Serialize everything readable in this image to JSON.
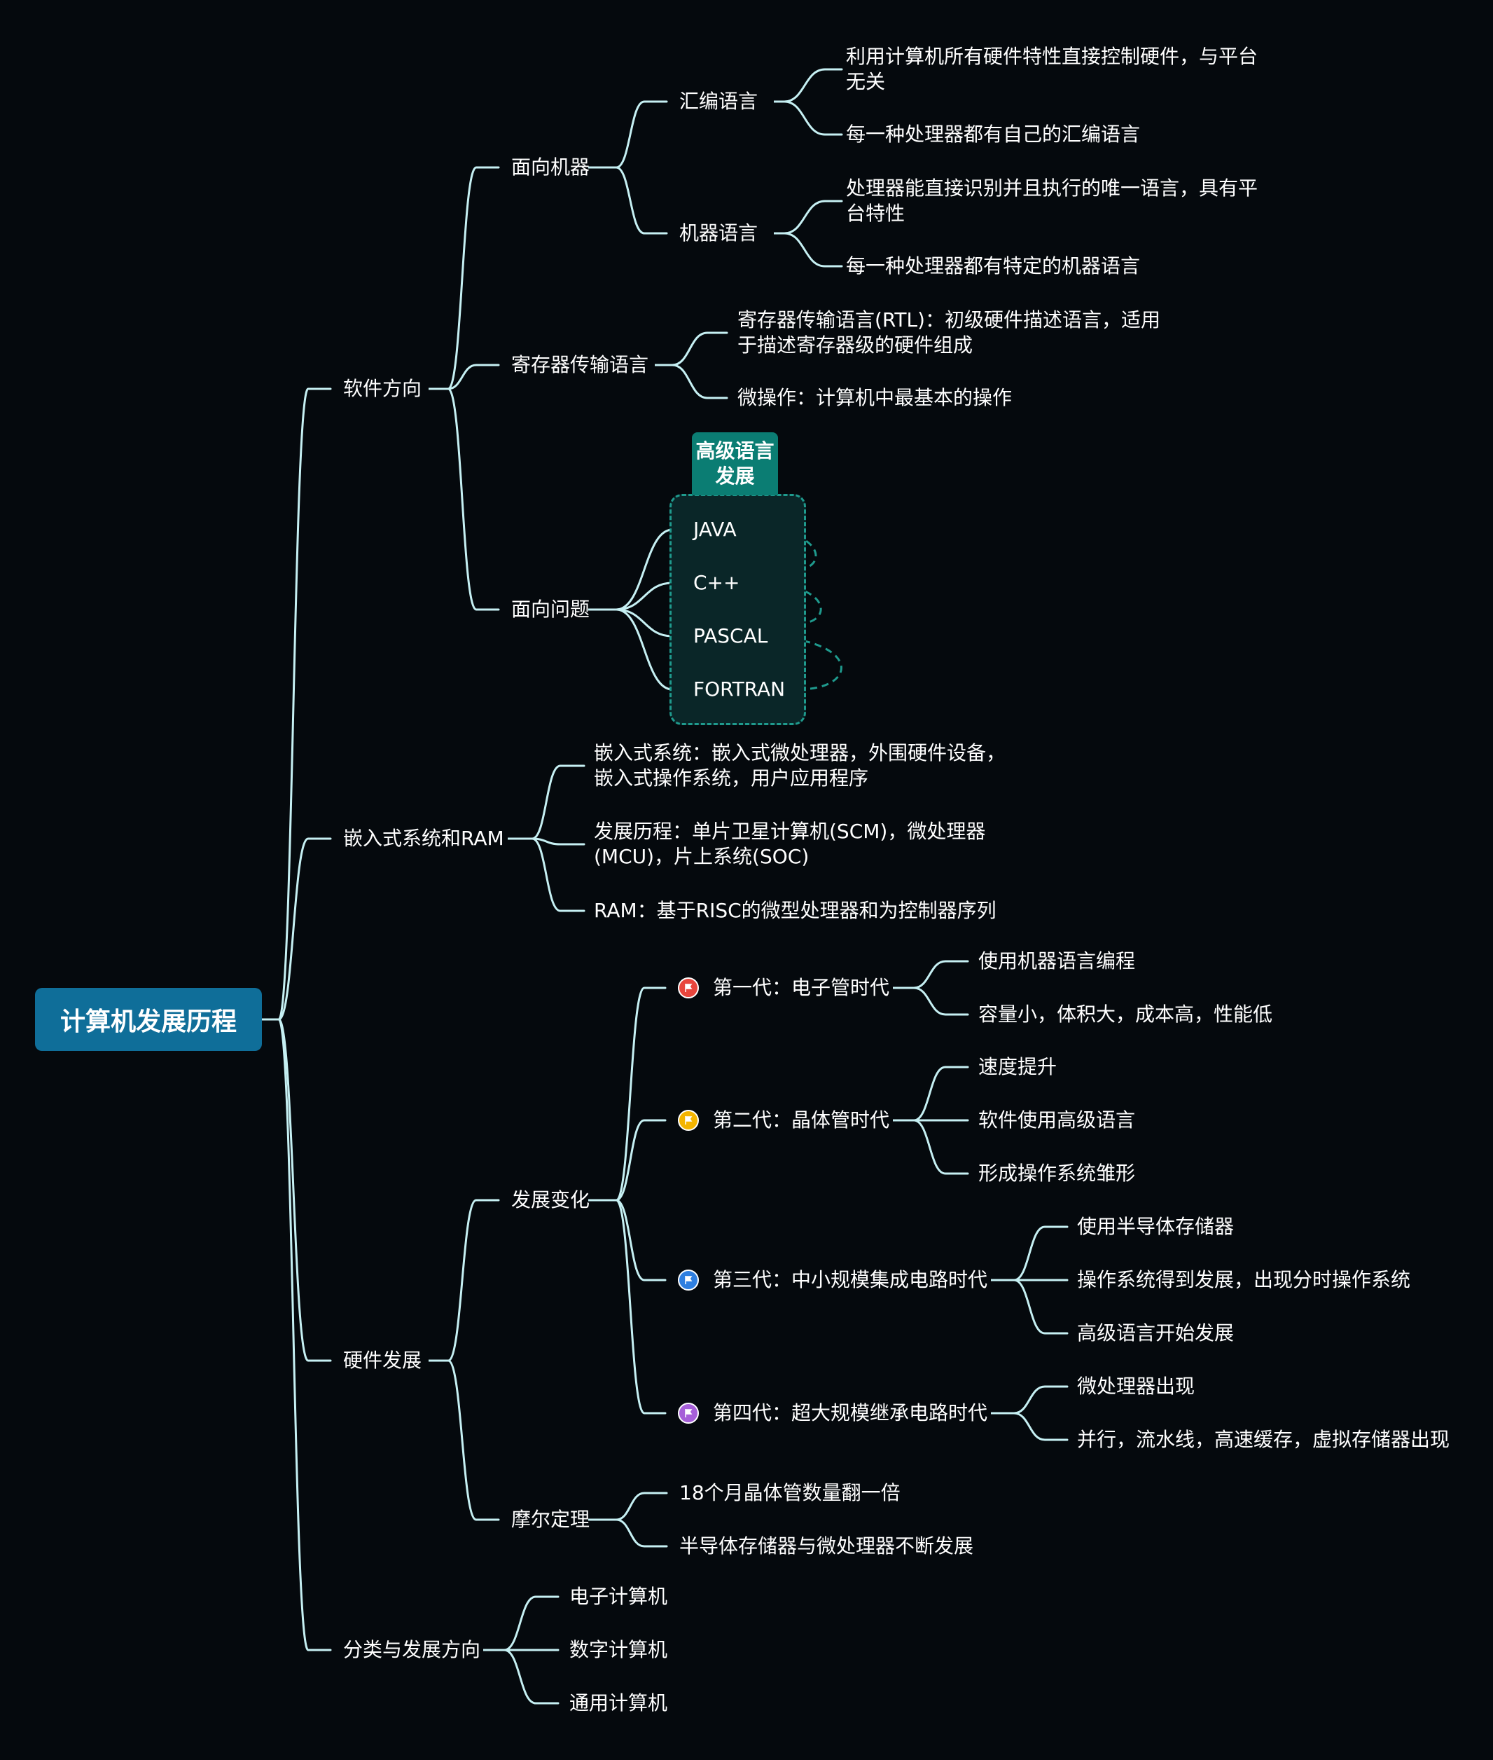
{
  "root": "计算机发展历程",
  "software": {
    "label": "软件方向",
    "machine": {
      "label": "面向机器",
      "assembly": {
        "label": "汇编语言",
        "items": [
          "利用计算机所有硬件特性直接控制硬件，与平台无关",
          "每一种处理器都有自己的汇编语言"
        ]
      },
      "machine_lang": {
        "label": "机器语言",
        "items": [
          "处理器能直接识别并且执行的唯一语言，具有平台特性",
          "每一种处理器都有特定的机器语言"
        ]
      }
    },
    "rtl": {
      "label": "寄存器传输语言",
      "items": [
        "寄存器传输语言(RTL)：初级硬件描述语言，适用于描述寄存器级的硬件组成",
        "微操作：计算机中最基本的操作"
      ]
    },
    "problem": {
      "label": "面向问题",
      "boundary_title": "高级语言发展",
      "items": [
        "JAVA",
        "C++",
        "PASCAL",
        "FORTRAN"
      ]
    }
  },
  "embedded": {
    "label": "嵌入式系统和RAM",
    "items": [
      "嵌入式系统：嵌入式微处理器，外围硬件设备，嵌入式操作系统，用户应用程序",
      "发展历程：单片卫星计算机(SCM)，微处理器(MCU)，片上系统(SOC)",
      "RAM：基于RISC的微型处理器和为控制器序列"
    ]
  },
  "hardware": {
    "label": "硬件发展",
    "changes": {
      "label": "发展变化",
      "generations": [
        {
          "label": "第一代：电子管时代",
          "flag_color": "#e8453c",
          "items": [
            "使用机器语言编程",
            "容量小，体积大，成本高，性能低"
          ]
        },
        {
          "label": "第二代：晶体管时代",
          "flag_color": "#f4b400",
          "items": [
            "速度提升",
            "软件使用高级语言",
            "形成操作系统雏形"
          ]
        },
        {
          "label": "第三代：中小规模集成电路时代",
          "flag_color": "#2f7fe0",
          "items": [
            "使用半导体存储器",
            "操作系统得到发展，出现分时操作系统",
            "高级语言开始发展"
          ]
        },
        {
          "label": "第四代：超大规模继承电路时代",
          "flag_color": "#a65fd8",
          "items": [
            "微处理器出现",
            "并行，流水线，高速缓存，虚拟存储器出现"
          ]
        }
      ]
    },
    "moore": {
      "label": "摩尔定理",
      "items": [
        "18个月晶体管数量翻一倍",
        "半导体存储器与微处理器不断发展"
      ]
    }
  },
  "classification": {
    "label": "分类与发展方向",
    "items": [
      "电子计算机",
      "数字计算机",
      "通用计算机"
    ]
  },
  "colors": {
    "line": "#c6f0f3",
    "root_bg": "#0f6e99",
    "boundary": "#1f9a8d",
    "boundary_title_bg": "#0b7d73",
    "background": "#05090d"
  }
}
